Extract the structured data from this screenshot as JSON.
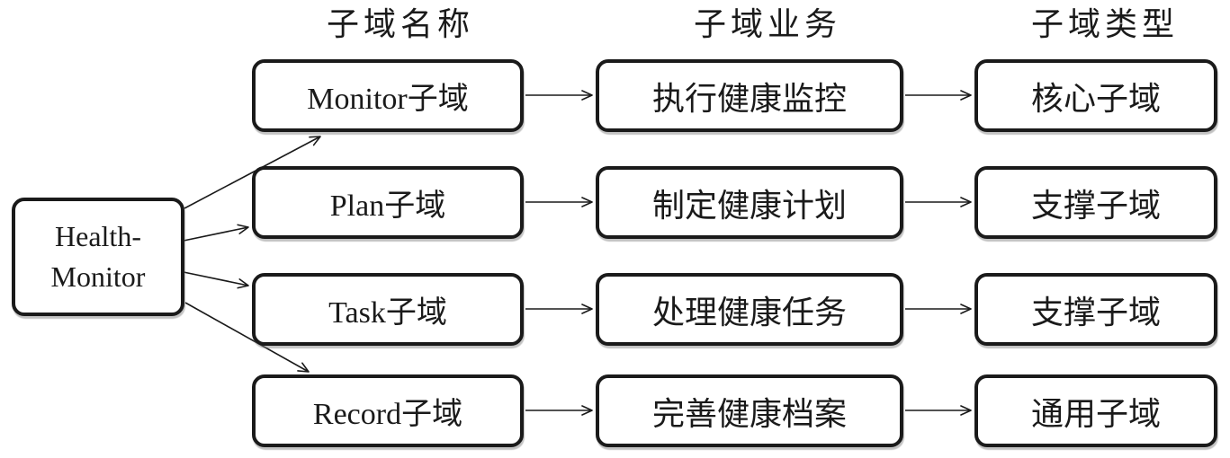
{
  "diagram": {
    "root": {
      "lines": [
        "Health-",
        "Monitor"
      ]
    },
    "column_headers": [
      "子域名称",
      "子域业务",
      "子域类型"
    ],
    "rows": [
      {
        "name": "Monitor子域",
        "business": "执行健康监控",
        "type": "核心子域"
      },
      {
        "name": "Plan子域",
        "business": "制定健康计划",
        "type": "支撑子域"
      },
      {
        "name": "Task子域",
        "business": "处理健康任务",
        "type": "支撑子域"
      },
      {
        "name": "Record子域",
        "business": "完善健康档案",
        "type": "通用子域"
      }
    ],
    "colors": {
      "ink": "#1a1a1a",
      "box_fill": "#ffffff",
      "background": "#ffffff"
    }
  }
}
